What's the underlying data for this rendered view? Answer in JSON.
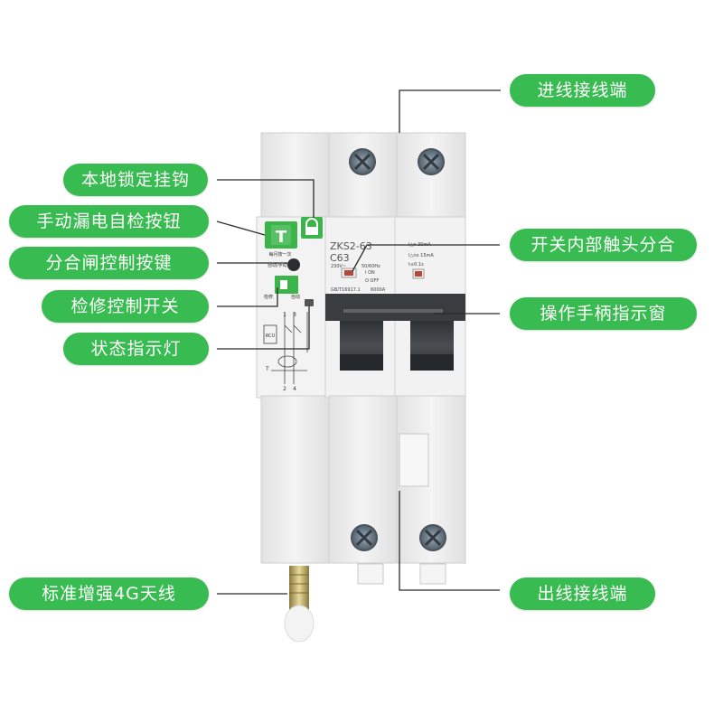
{
  "labels": {
    "incoming_terminal": "进线接线端",
    "local_lock_hook": "本地锁定挂钩",
    "manual_leak_test_button": "手动漏电自检按钮",
    "open_close_control_key": "分合闸控制按键",
    "internal_contact_status": "开关内部触头分合",
    "maintenance_switch": "检修控制开关",
    "handle_indicator_window": "操作手柄指示窗",
    "status_indicator_light": "状态指示灯",
    "antenna_4g": "标准增强4G天线",
    "outgoing_terminal": "出线接线端"
  },
  "device_text": {
    "test_button_letter": "T",
    "monthly_press_note": "每月按一次",
    "auto_text": "自动/手动",
    "maint_left": "检修",
    "maint_right": "自动",
    "model": "ZKS2-63",
    "rating": "C63",
    "voltage": "230V~",
    "freq": "50/60Hz",
    "on_mark": "I ON",
    "off_mark": "O OFF",
    "standard": "GB/T16917.1",
    "breaking": "6000A",
    "leak_rating": "I△n 30mA",
    "leak_rating2": "I△no 15mA",
    "trip_time": "t≤0.1s",
    "rcd_label": "RCU",
    "t_label": "T",
    "term_1": "1",
    "term_3": "3",
    "term_2": "2",
    "term_4": "4"
  },
  "colors": {
    "accent_green": "#38bb50",
    "device_body": "#ededed",
    "handle_dark": "#3a3d40"
  }
}
